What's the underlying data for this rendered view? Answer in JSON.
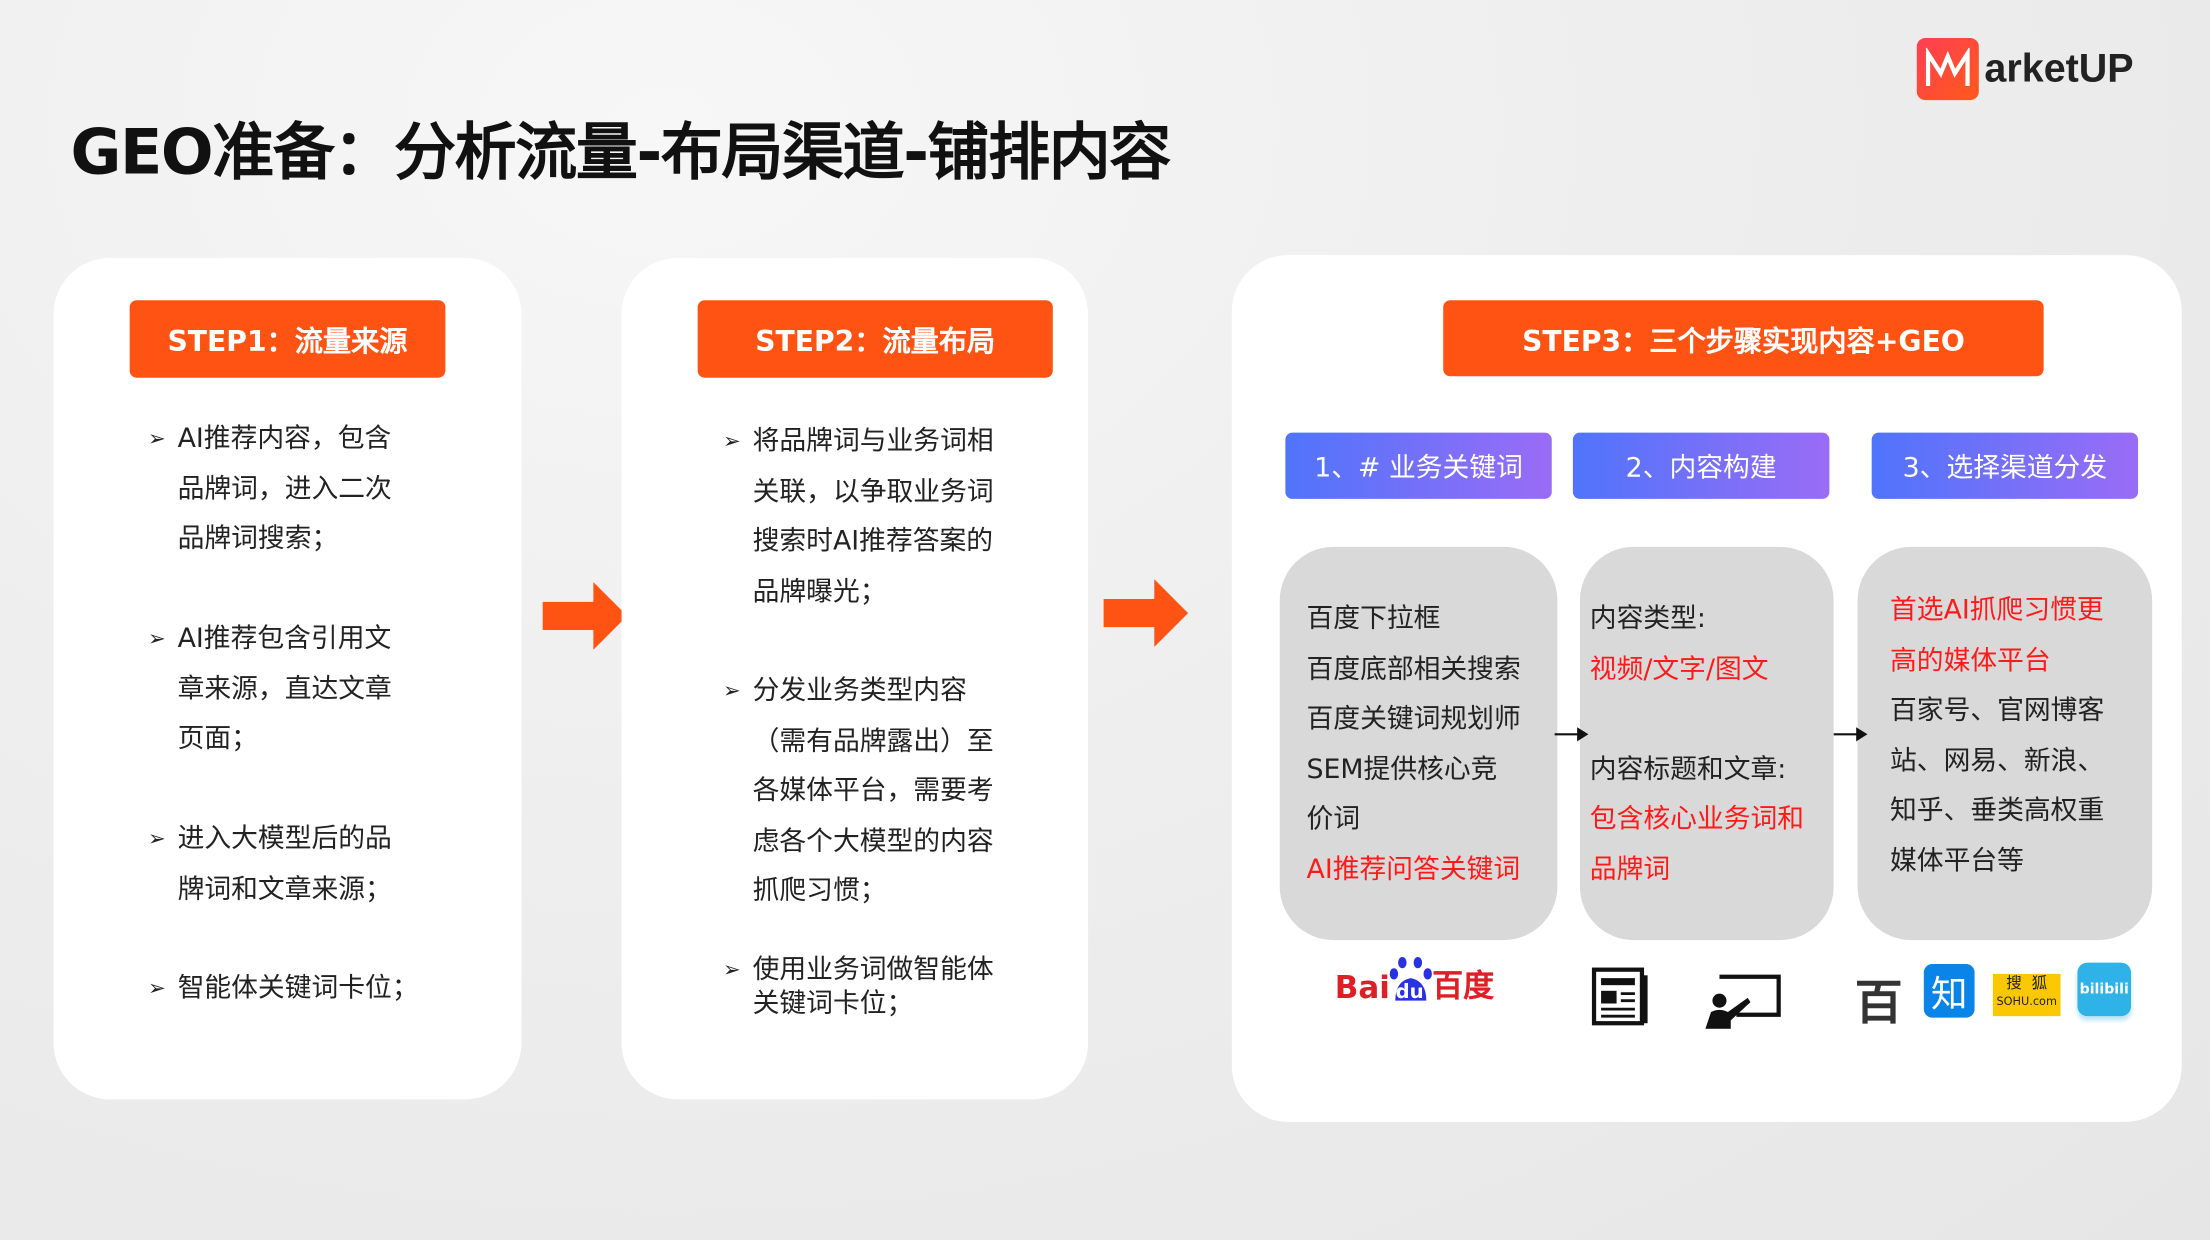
{
  "title": "GEO准备：分析流量-布局渠道-铺排内容",
  "logo": {
    "text": "arketUP",
    "letter": "M"
  },
  "colors": {
    "accent": "#ff5314",
    "highlight": "#ff1a1a",
    "pill_start": "#4f74fb",
    "pill_end": "#9a6cf6"
  },
  "step1": {
    "badge": "STEP1：流量来源",
    "bullets": [
      [
        "AI推荐内容，包含",
        "品牌词，进入二次",
        "品牌词搜索；"
      ],
      [
        "AI推荐包含引用文",
        "章来源，直达文章",
        "页面；"
      ],
      [
        "进入大模型后的品",
        "牌词和文章来源；"
      ],
      [
        "智能体关键词卡位；"
      ]
    ]
  },
  "step2": {
    "badge": "STEP2：流量布局",
    "bullets": [
      [
        "将品牌词与业务词相",
        "关联，以争取业务词",
        "搜索时AI推荐答案的",
        "品牌曝光；"
      ],
      [
        "分发业务类型内容",
        "（需有品牌露出）至",
        "各媒体平台，需要考",
        "虑各个大模型的内容",
        "抓爬习惯；"
      ],
      [
        "使用业务词做智能体",
        "关键词卡位；"
      ]
    ]
  },
  "step3": {
    "badge": "STEP3：三个步骤实现内容+GEO",
    "pills": [
      "1、# 业务关键词",
      "2、内容构建",
      "3、选择渠道分发"
    ],
    "box1": {
      "lines": [
        "百度下拉框",
        "百度底部相关搜索",
        "百度关键词规划师",
        "SEM提供核心竞",
        "价词"
      ],
      "red": "AI推荐问答关键词"
    },
    "box2": {
      "label1": "内容类型:",
      "red1": "视频/文字/图文",
      "label2": "内容标题和文章:",
      "red2a": "包含核心业务词和",
      "red2b": "品牌词"
    },
    "box3": {
      "red": [
        "首选AI抓爬习惯更",
        "高的媒体平台"
      ],
      "lines": [
        "百家号、官网博客",
        "站、网易、新浪、",
        "知乎、垂类高权重",
        "媒体平台等"
      ]
    },
    "icons": {
      "baidu_a": "Bai",
      "baidu_b": "du",
      "baidu_c": "百度",
      "zhihu": "知",
      "sohu_a": "搜",
      "sohu_b": "狐",
      "sohu_c": "SOHU.com",
      "bilibili": "bilibili",
      "baijia": "百"
    }
  }
}
